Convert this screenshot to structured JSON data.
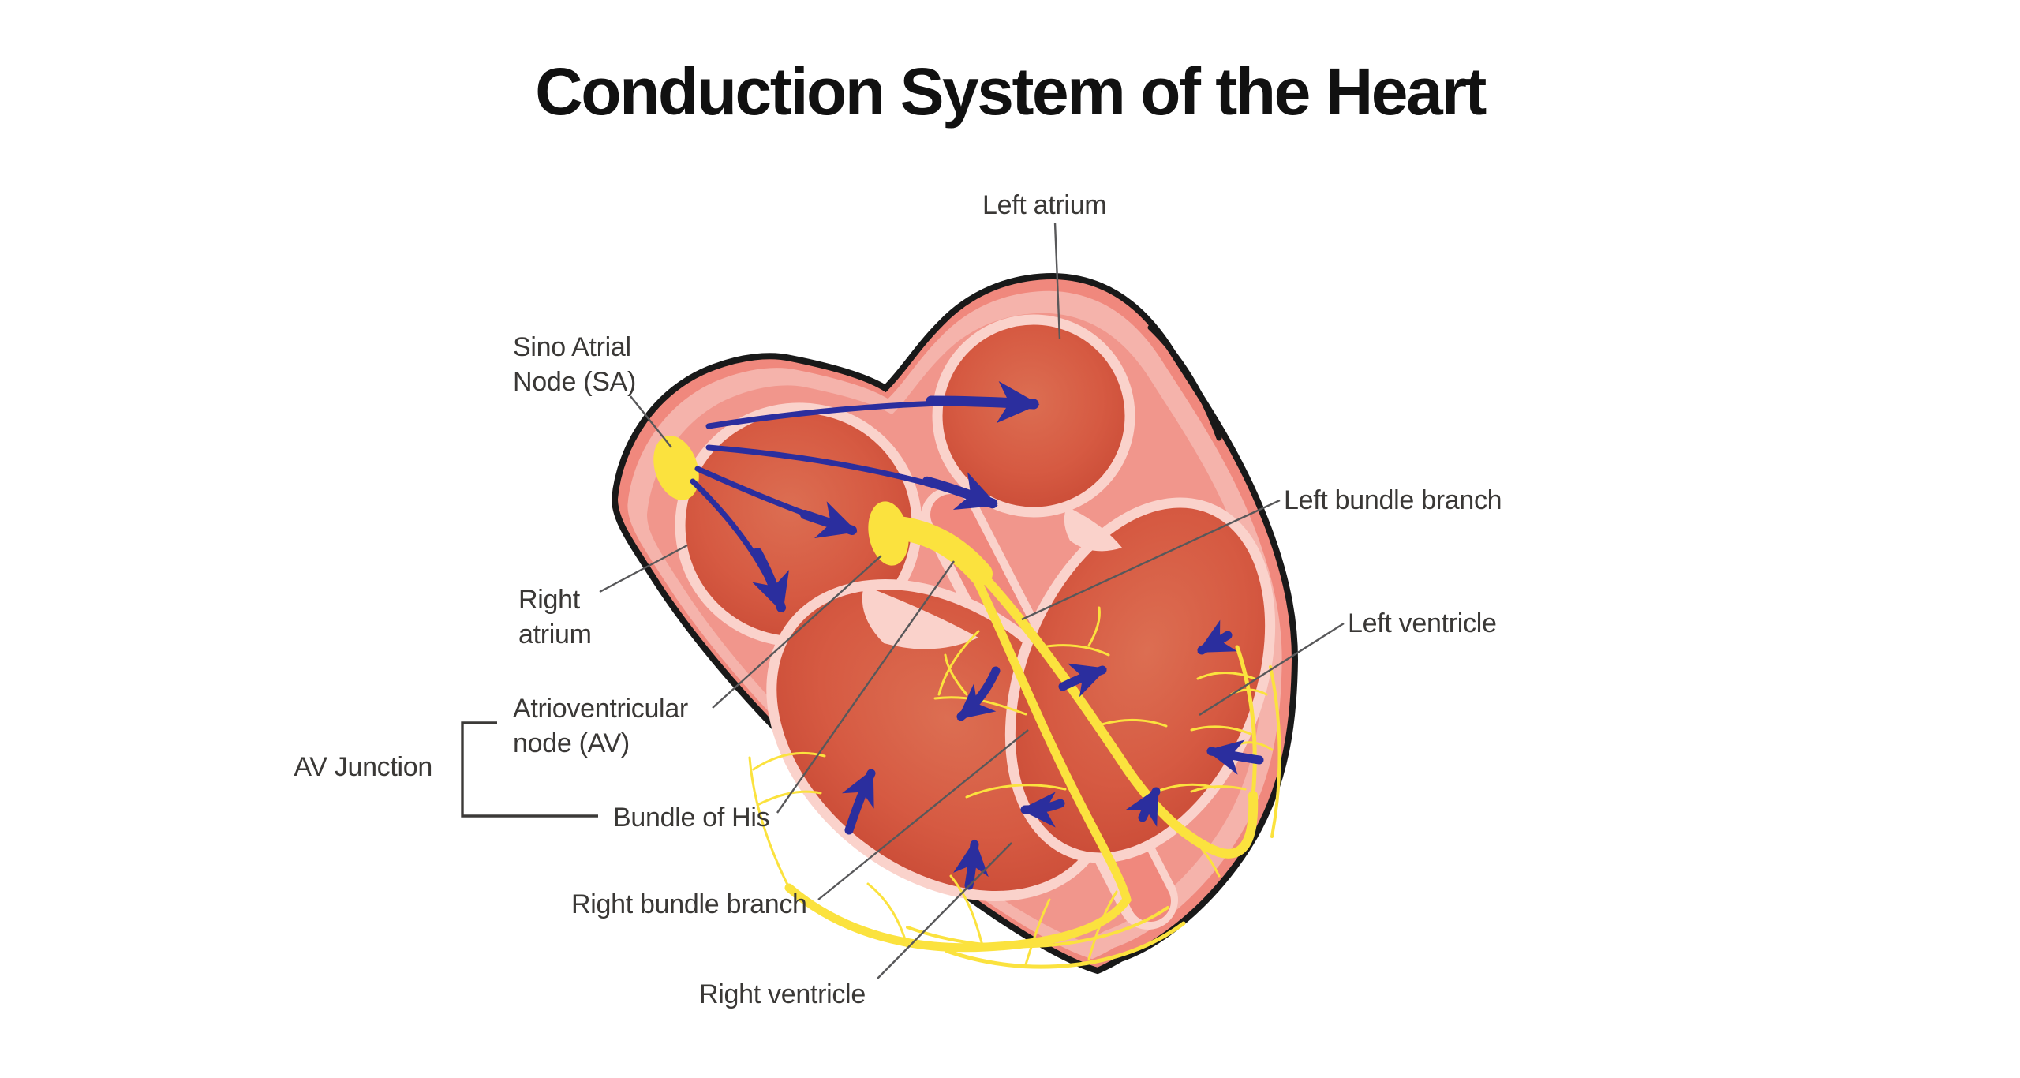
{
  "title": "Conduction System of the Heart",
  "labels": {
    "left_atrium": "Left atrium",
    "sino_atrial": {
      "line1": "Sino Atrial",
      "line2": "Node (SA)"
    },
    "right_atrium": {
      "line1": "Right",
      "line2": "atrium"
    },
    "left_bundle_branch": "Left bundle branch",
    "left_ventricle": "Left ventricle",
    "atrioventricular": {
      "line1": "Atrioventricular",
      "line2": "node (AV)"
    },
    "av_junction": "AV Junction",
    "bundle_of_his": "Bundle of His",
    "right_bundle_branch": "Right bundle branch",
    "right_ventricle": "Right ventricle"
  },
  "colors": {
    "background": "#FFFFFF",
    "title-text": "#111111",
    "label-text": "#3A3836",
    "leader-line": "#58585A",
    "outline": "#191919",
    "wall-salmon": "#F0887D",
    "wall-salmon2": "#F1968C",
    "wall-light": "#F5B3AB",
    "wall-pale": "#FAD2CB",
    "chamber-edge": "#C64733",
    "chamber-mid": "#D65A42",
    "chamber-center": "#DC6E52",
    "conduction-yellow": "#FBE23E",
    "arrow-blue": "#2B2E9E"
  }
}
